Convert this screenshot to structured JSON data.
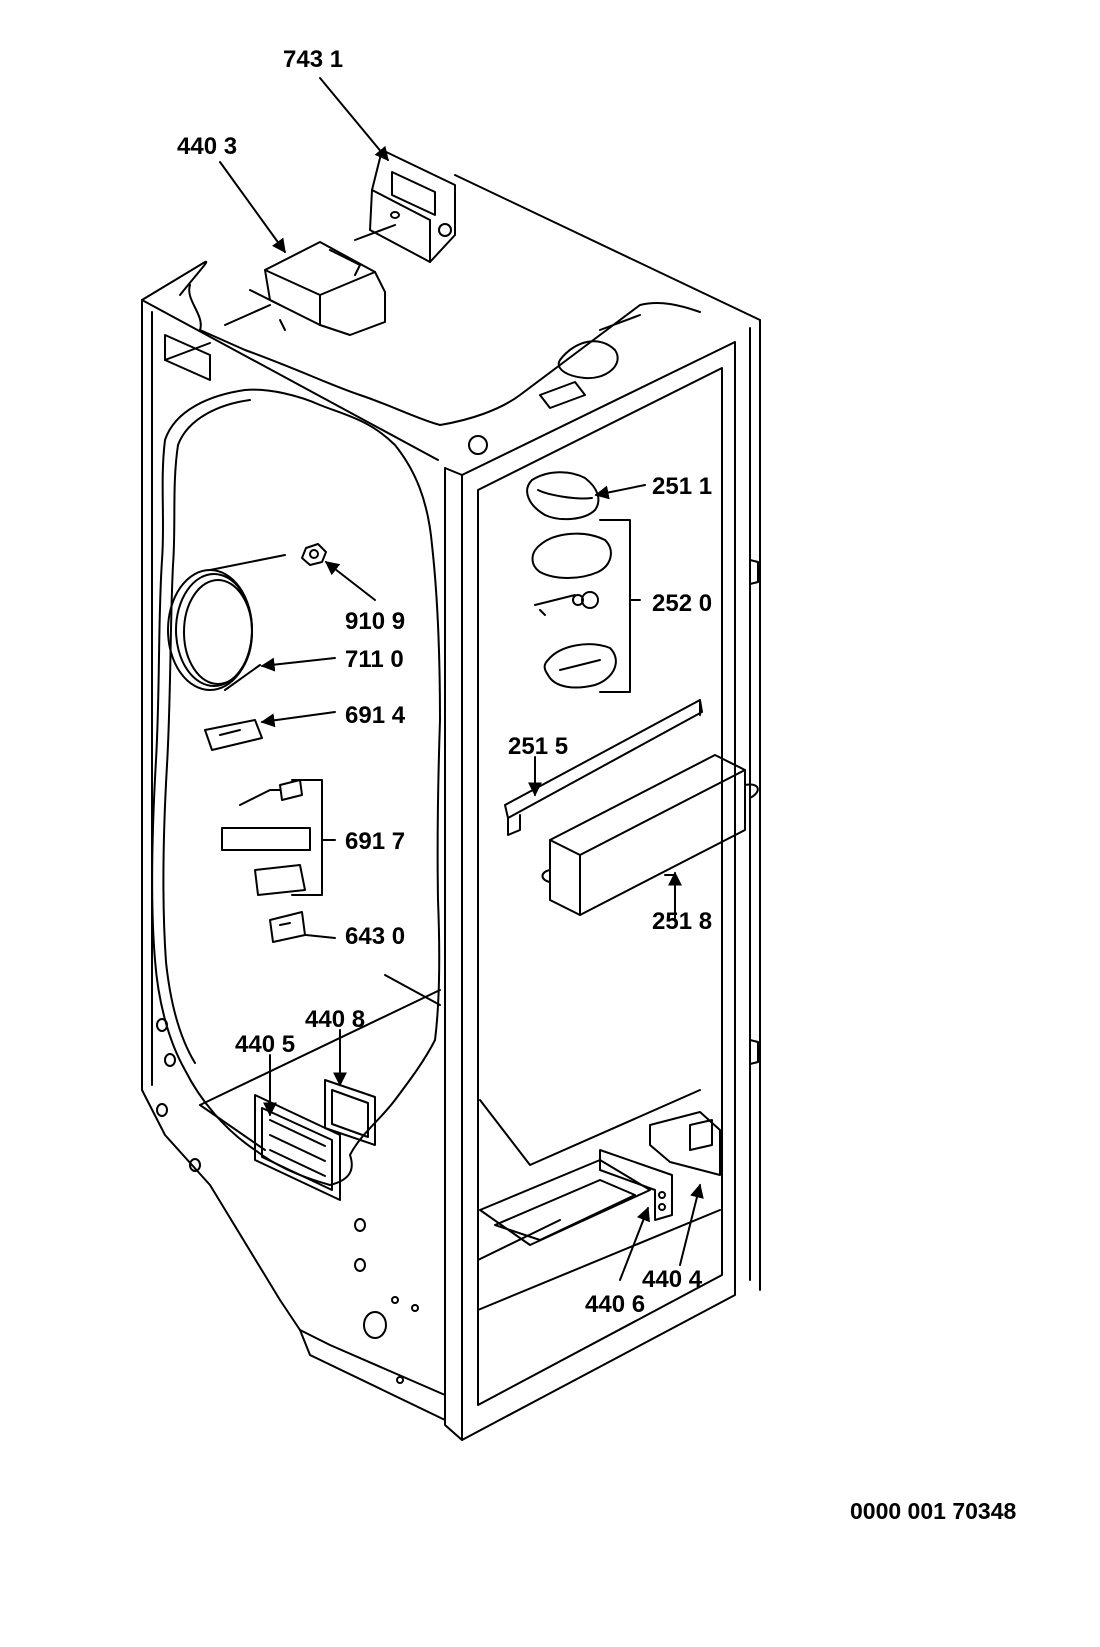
{
  "diagram": {
    "document_number": "0000 001 70348",
    "parts": [
      {
        "id": "743-1",
        "label": "743 1"
      },
      {
        "id": "440-3",
        "label": "440 3"
      },
      {
        "id": "251-1",
        "label": "251 1"
      },
      {
        "id": "252-0",
        "label": "252 0"
      },
      {
        "id": "910-9",
        "label": "910 9"
      },
      {
        "id": "711-0",
        "label": "711 0"
      },
      {
        "id": "691-4",
        "label": "691 4"
      },
      {
        "id": "251-5",
        "label": "251 5"
      },
      {
        "id": "691-7",
        "label": "691 7"
      },
      {
        "id": "251-8",
        "label": "251 8"
      },
      {
        "id": "643-0",
        "label": "643 0"
      },
      {
        "id": "440-8",
        "label": "440 8"
      },
      {
        "id": "440-5",
        "label": "440 5"
      },
      {
        "id": "440-4",
        "label": "440 4"
      },
      {
        "id": "440-6",
        "label": "440 6"
      }
    ]
  }
}
